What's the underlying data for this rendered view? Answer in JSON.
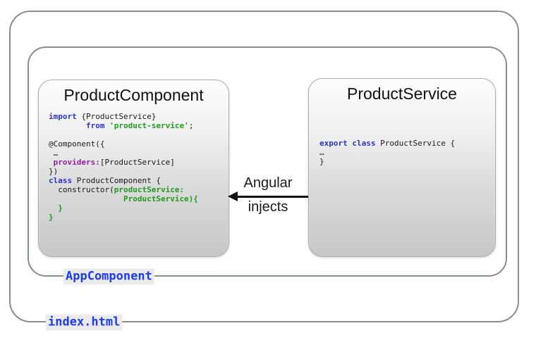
{
  "outer": {
    "label": "index.html"
  },
  "inner": {
    "label": "AppComponent"
  },
  "arrow": {
    "label_top": "Angular",
    "label_bottom": "injects"
  },
  "component_box": {
    "title": "ProductComponent",
    "code": [
      [
        {
          "t": "import",
          "c": "k"
        },
        {
          "t": " {ProductService}",
          "c": "d"
        }
      ],
      [
        {
          "t": "        ",
          "c": "d"
        },
        {
          "t": "from",
          "c": "k"
        },
        {
          "t": " ",
          "c": "d"
        },
        {
          "t": "'product-service'",
          "c": "g"
        },
        {
          "t": ";",
          "c": "d"
        }
      ],
      [],
      [
        {
          "t": "@Component({",
          "c": "d"
        }
      ],
      [
        {
          "t": " …",
          "c": "d"
        }
      ],
      [
        {
          "t": " ",
          "c": "d"
        },
        {
          "t": "providers:",
          "c": "p"
        },
        {
          "t": "[ProductService]",
          "c": "d"
        }
      ],
      [
        {
          "t": "})",
          "c": "d"
        }
      ],
      [
        {
          "t": "class",
          "c": "k"
        },
        {
          "t": " ProductComponent {",
          "c": "d"
        }
      ],
      [
        {
          "t": "  constructor(",
          "c": "d"
        },
        {
          "t": "productService:",
          "c": "g"
        }
      ],
      [
        {
          "t": "                ",
          "c": "d"
        },
        {
          "t": "ProductService){",
          "c": "g"
        }
      ],
      [
        {
          "t": "  }",
          "c": "g"
        }
      ],
      [
        {
          "t": "}",
          "c": "g"
        }
      ]
    ]
  },
  "service_box": {
    "title": "ProductService",
    "code": [
      [
        {
          "t": "export",
          "c": "k"
        },
        {
          "t": " ",
          "c": "d"
        },
        {
          "t": "class",
          "c": "k"
        },
        {
          "t": " ProductService {",
          "c": "d"
        }
      ],
      [
        {
          "t": "…",
          "c": "d"
        }
      ],
      [
        {
          "t": "}",
          "c": "d"
        }
      ]
    ]
  },
  "colors": {
    "frame-gray": "#878d94",
    "keyword-blue": "#2a34c8",
    "string-green": "#1f9b1f",
    "attr-purple": "#8e219c",
    "label-blue": "#1d3cf2",
    "arrow-black": "#111111"
  }
}
